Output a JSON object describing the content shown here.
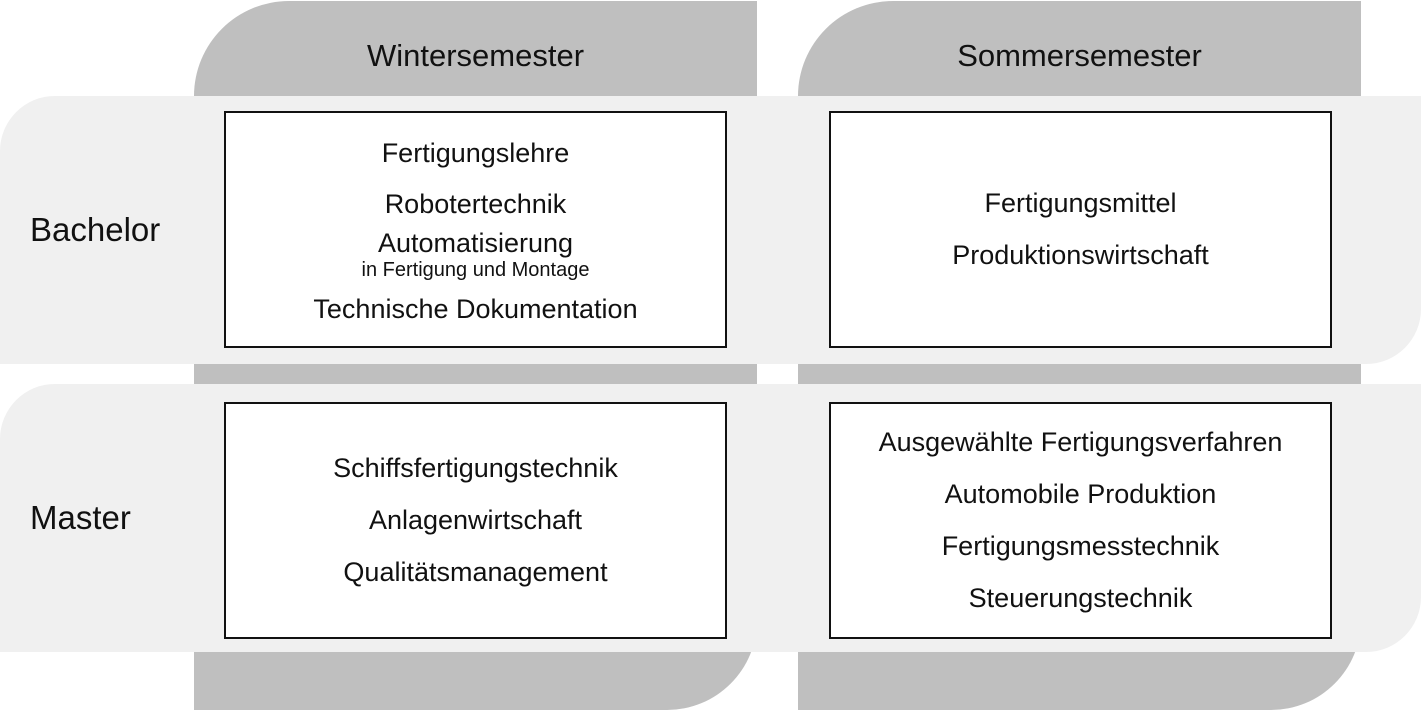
{
  "columns": {
    "winter": "Wintersemester",
    "summer": "Sommersemester"
  },
  "rows": {
    "bachelor": "Bachelor",
    "master": "Master"
  },
  "courses": {
    "bachelor_winter": [
      "Fertigungslehre",
      "Robotertechnik",
      "Automatisierung",
      "in Fertigung und Montage",
      "Technische Dokumentation"
    ],
    "bachelor_summer": [
      "Fertigungsmittel",
      "Produktionswirtschaft"
    ],
    "master_winter": [
      "Schiffsfertigungstechnik",
      "Anlagenwirtschaft",
      "Qualitätsmanagement"
    ],
    "master_summer": [
      "Ausgewählte Fertigungsverfahren",
      "Automobile Produktion",
      "Fertigungsmesstechnik",
      "Steuerungstechnik"
    ]
  },
  "colors": {
    "column_band": "#bfbfbf",
    "row_band": "#f0f0f0",
    "box_fill": "#ffffff",
    "box_border": "#111111"
  }
}
